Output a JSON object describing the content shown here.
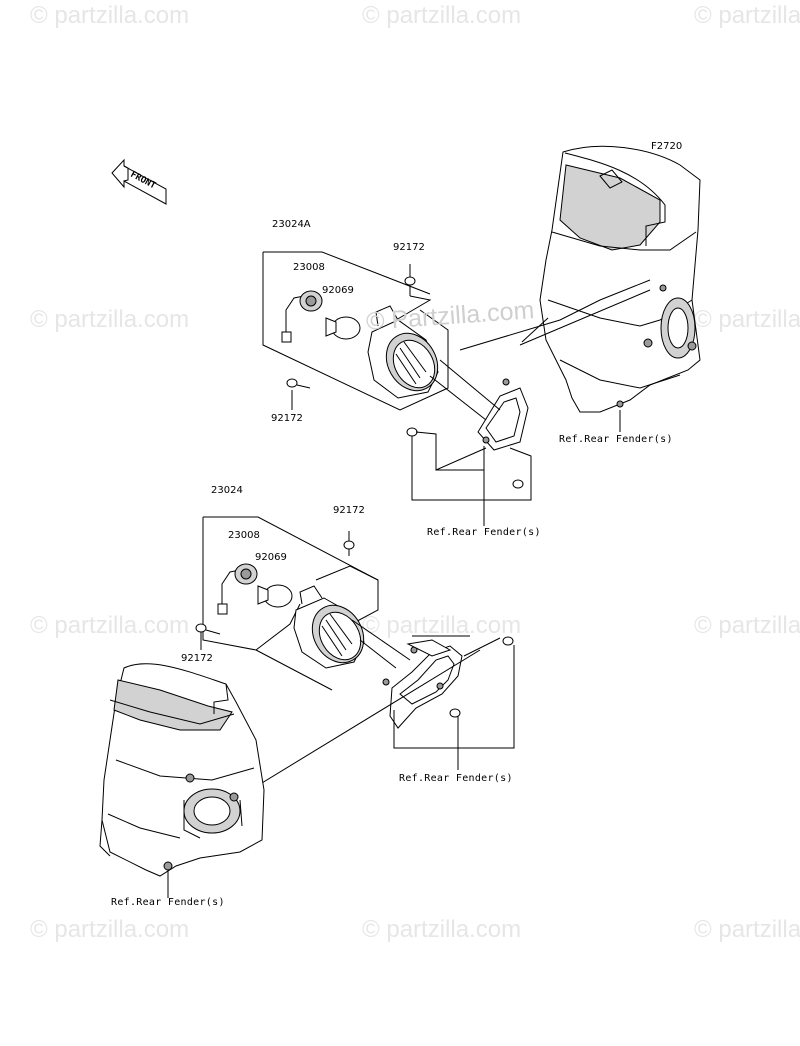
{
  "watermark": "© partzilla.com",
  "watermark_center": "© Partzilla.com",
  "figure_code": "F2720",
  "front_marker": "FRONT",
  "upper_assembly": {
    "assembly_part": "23024A",
    "socket_part": "23008",
    "bulb_part": "92069",
    "screw_top": "92172",
    "screw_left": "92172",
    "ref_right": "Ref.Rear Fender(s)",
    "ref_bottom": "Ref.Rear Fender(s)"
  },
  "lower_assembly": {
    "assembly_part": "23024",
    "socket_part": "23008",
    "bulb_part": "92069",
    "screw_top": "92172",
    "screw_left": "92172",
    "ref_bracket": "Ref.Rear Fender(s)",
    "ref_left": "Ref.Rear Fender(s)"
  }
}
